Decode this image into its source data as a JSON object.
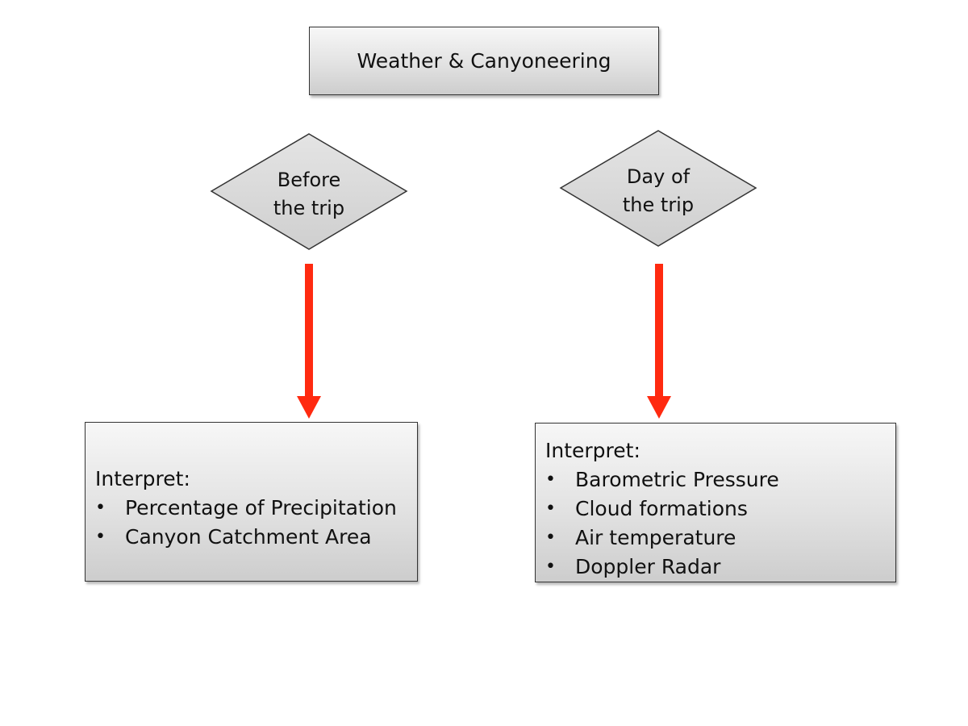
{
  "title": "Weather & Canyoneering",
  "branches": [
    {
      "decision_lines": [
        "Before",
        "the trip"
      ],
      "box_heading": "Interpret:",
      "box_items": [
        "Percentage of Precipitation",
        "Canyon Catchment Area"
      ]
    },
    {
      "decision_lines": [
        "Day of",
        "the trip"
      ],
      "box_heading": "Interpret:",
      "box_items": [
        "Barometric Pressure",
        "Cloud formations",
        "Air temperature",
        "Doppler Radar"
      ]
    }
  ],
  "bullet_glyph": "•",
  "colors": {
    "arrow": "#ff2a10",
    "shape_fill": "#d6d6d6",
    "border": "#333333"
  }
}
